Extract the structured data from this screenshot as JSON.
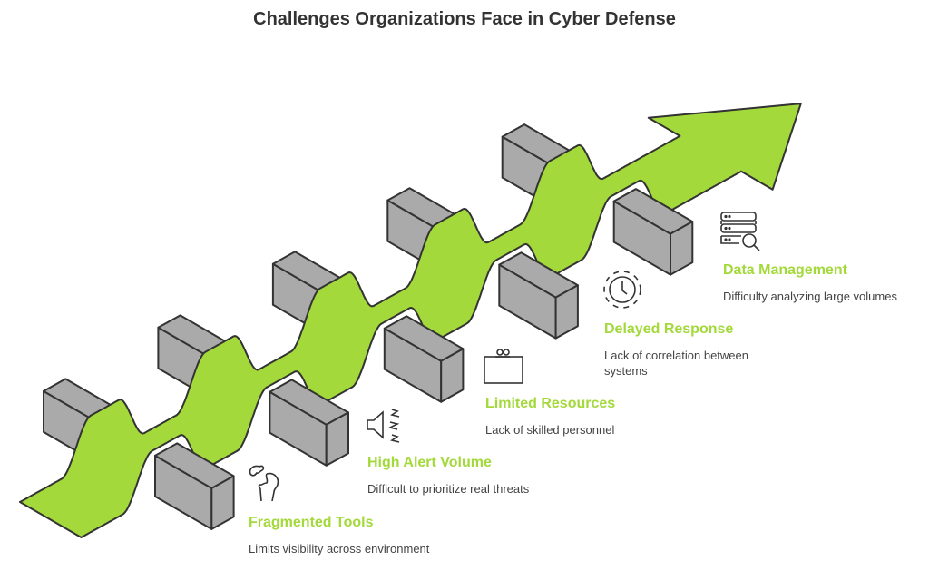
{
  "title": "Challenges Organizations Face in Cyber Defense",
  "colors": {
    "ribbon": "#a3d93a",
    "bar": "#aaaaaa",
    "outline": "#333333",
    "heading": "#a3d93a",
    "text": "#444444"
  },
  "challenges": [
    {
      "title": "Fragmented Tools",
      "description": "Limits visibility across environment",
      "icon": "puzzle-head-icon"
    },
    {
      "title": "High Alert Volume",
      "description": "Difficult to prioritize real threats",
      "icon": "speaker-alert-icon"
    },
    {
      "title": "Limited Resources",
      "description": "Lack of skilled personnel",
      "icon": "empty-box-icon"
    },
    {
      "title": "Delayed Response",
      "description": "Lack of correlation between systems",
      "icon": "clock-icon"
    },
    {
      "title": "Data Management",
      "description": "Difficulty analyzing large volumes",
      "icon": "database-search-icon"
    }
  ]
}
